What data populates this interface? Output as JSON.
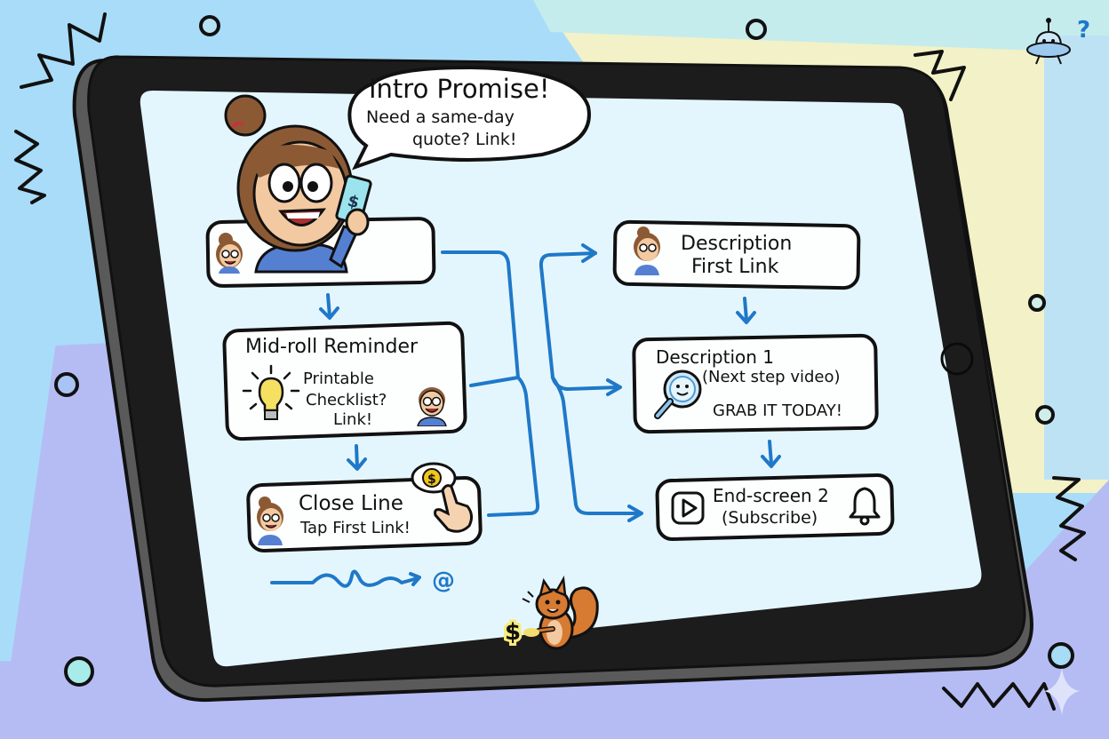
{
  "colors": {
    "bg_blue": "#a9dcf8",
    "bg_yellow": "#f2f1c7",
    "bg_mint": "#c4ecec",
    "bg_lavender": "#b5bcf4",
    "tablet_frame": "#1c1c1c",
    "screen": "#e4f6fd",
    "arrow_blue": "#1f78c8",
    "card_bg": "#fdfefe"
  },
  "speech_bubble": {
    "title": "Intro Promise!",
    "line1": "Need a same-day",
    "line2": "quote? Link!"
  },
  "flow_left": [
    {
      "id": "intro",
      "label": "",
      "icon": "presenter-woman-phone"
    },
    {
      "id": "midroll",
      "title": "Mid-roll Reminder",
      "line1": "Printable",
      "line2": "Checklist?",
      "line3": "Link!",
      "icon": "lightbulb-icon"
    },
    {
      "id": "close",
      "title": "Close Line",
      "subtitle": "Tap First Link!",
      "icon": "tap-hand-dollar-icon"
    }
  ],
  "flow_right": [
    {
      "id": "desc_first",
      "line1": "Description",
      "line2": "First Link",
      "icon": "avatar-woman"
    },
    {
      "id": "desc_1",
      "title": "Description 1",
      "line1": "(Next step video)",
      "line2": "GRAB IT TODAY!",
      "icon": "magnifier-smile-icon"
    },
    {
      "id": "endscreen",
      "line1": "End-screen 2",
      "line2": "(Subscribe)",
      "icon_left": "play-icon",
      "icon_right": "bell-icon"
    }
  ],
  "decor": {
    "at_symbol": "@",
    "dollar": "$",
    "question": "?"
  }
}
